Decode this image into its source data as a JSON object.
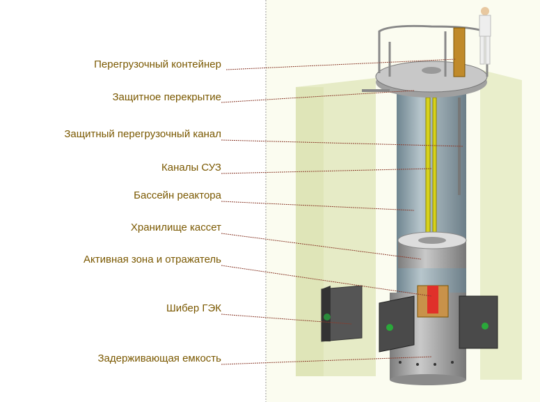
{
  "labels": [
    "Перегрузочный контейнер",
    "Защитное перекрытие",
    "Защитный перегрузочный канал",
    "Каналы СУЗ",
    "Бассейн реактора",
    "Хранилище кассет",
    "Активная зона и отражатель",
    "Шибер ГЭК",
    "Задерживающая емкость"
  ],
  "colors": {
    "label": "#7a5800",
    "concrete": "#eef2d2",
    "tank": "#8d9ca6",
    "rods": "#d7d21c",
    "core": "#e0302a"
  }
}
